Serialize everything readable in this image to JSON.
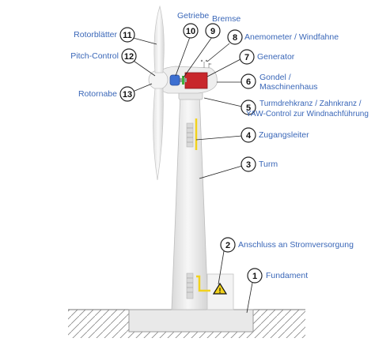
{
  "diagram": {
    "colors": {
      "label_text": "#3a67b8",
      "generator_red": "#c8262b",
      "gearbox_blue": "#3c6fd1",
      "ladder_yellow": "#f2d21c",
      "brake_green": "#3db23a"
    },
    "labels": {
      "n1": "Fundament",
      "n2": "Anschluss an Stromversorgung",
      "n3": "Turm",
      "n4": "Zugangsleiter",
      "n5a": "Turmdrehkranz / Zahnkranz /",
      "n5b": "YAW-Control zur Windnachführung",
      "n6a": "Gondel /",
      "n6b": "Maschinenhaus",
      "n7": "Generator",
      "n8": "Anemometer / Windfahne",
      "n9": "Bremse",
      "n10": "Getriebe",
      "n11": "Rotorblätter",
      "n12": "Pitch-Control",
      "n13": "Rotornabe"
    },
    "numbers": {
      "n1": "1",
      "n2": "2",
      "n3": "3",
      "n4": "4",
      "n5": "5",
      "n6": "6",
      "n7": "7",
      "n8": "8",
      "n9": "9",
      "n10": "10",
      "n11": "11",
      "n12": "12",
      "n13": "13"
    }
  }
}
